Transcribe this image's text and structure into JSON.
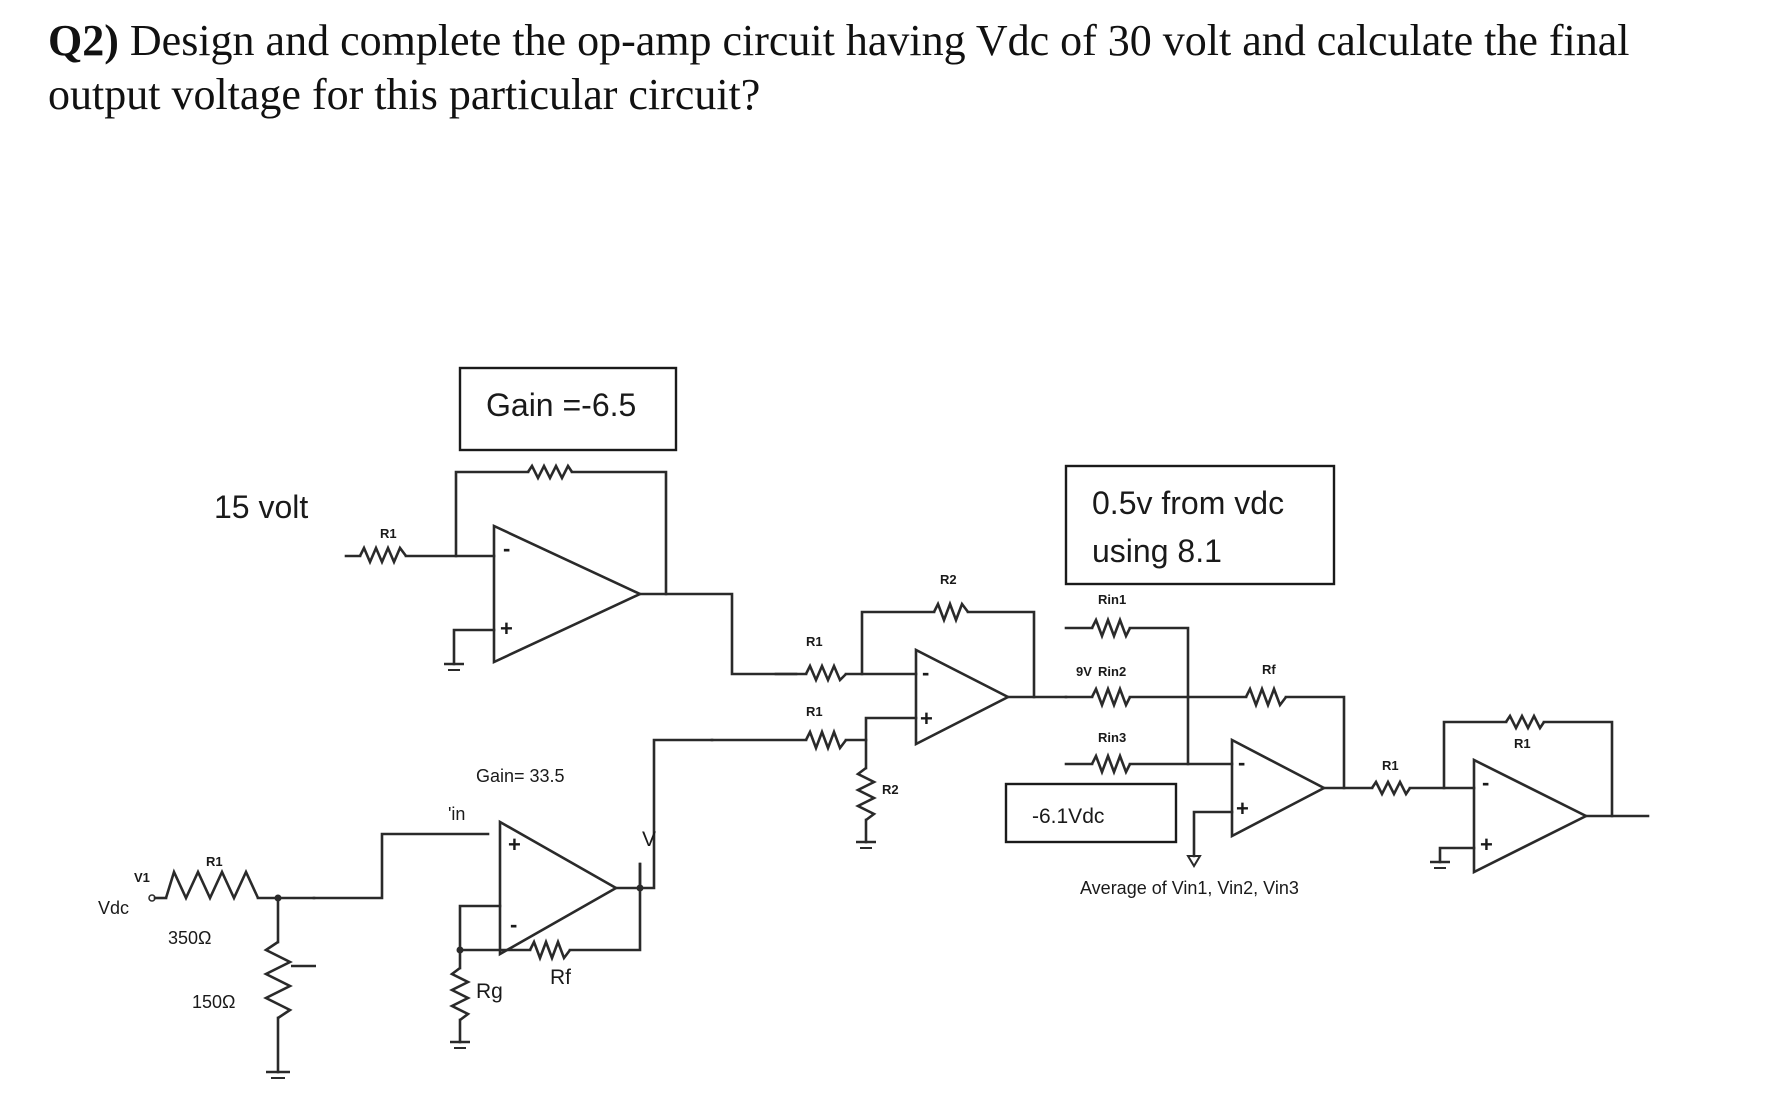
{
  "question": {
    "number": "Q2)",
    "text": "Design and complete the op-amp circuit having Vdc of 30 volt and calculate the final output voltage for this particular circuit?"
  },
  "labels": {
    "gain_neg": "Gain =-6.5",
    "volt_15": "15 volt",
    "half_volt_line1": "0.5v from vdc",
    "half_volt_line2": "using 8.1",
    "neg_vdc": "-6.1Vdc",
    "gain_pos": "Gain= 33.5",
    "v_in_mark": "'in",
    "v_out_mark": "V",
    "average": "Average of Vin1, Vin2, Vin3",
    "vdc": "Vdc",
    "v1": "V1",
    "r1_div": "R1",
    "r_350": "350Ω",
    "r_150": "150Ω",
    "r1_inv": "R1",
    "rg": "Rg",
    "rf_noninv": "Rf",
    "r2_diff_top": "R2",
    "r1_diff_top": "R1",
    "r1_diff_bot": "R1",
    "r2_diff_gnd": "R2",
    "rin1": "Rin1",
    "rin2": "Rin2",
    "rin3": "Rin3",
    "nine_v": "9V",
    "rf_sum": "Rf",
    "r1_last_in": "R1",
    "r1_last_fb": "R1",
    "plus": "+",
    "minus": "-"
  }
}
